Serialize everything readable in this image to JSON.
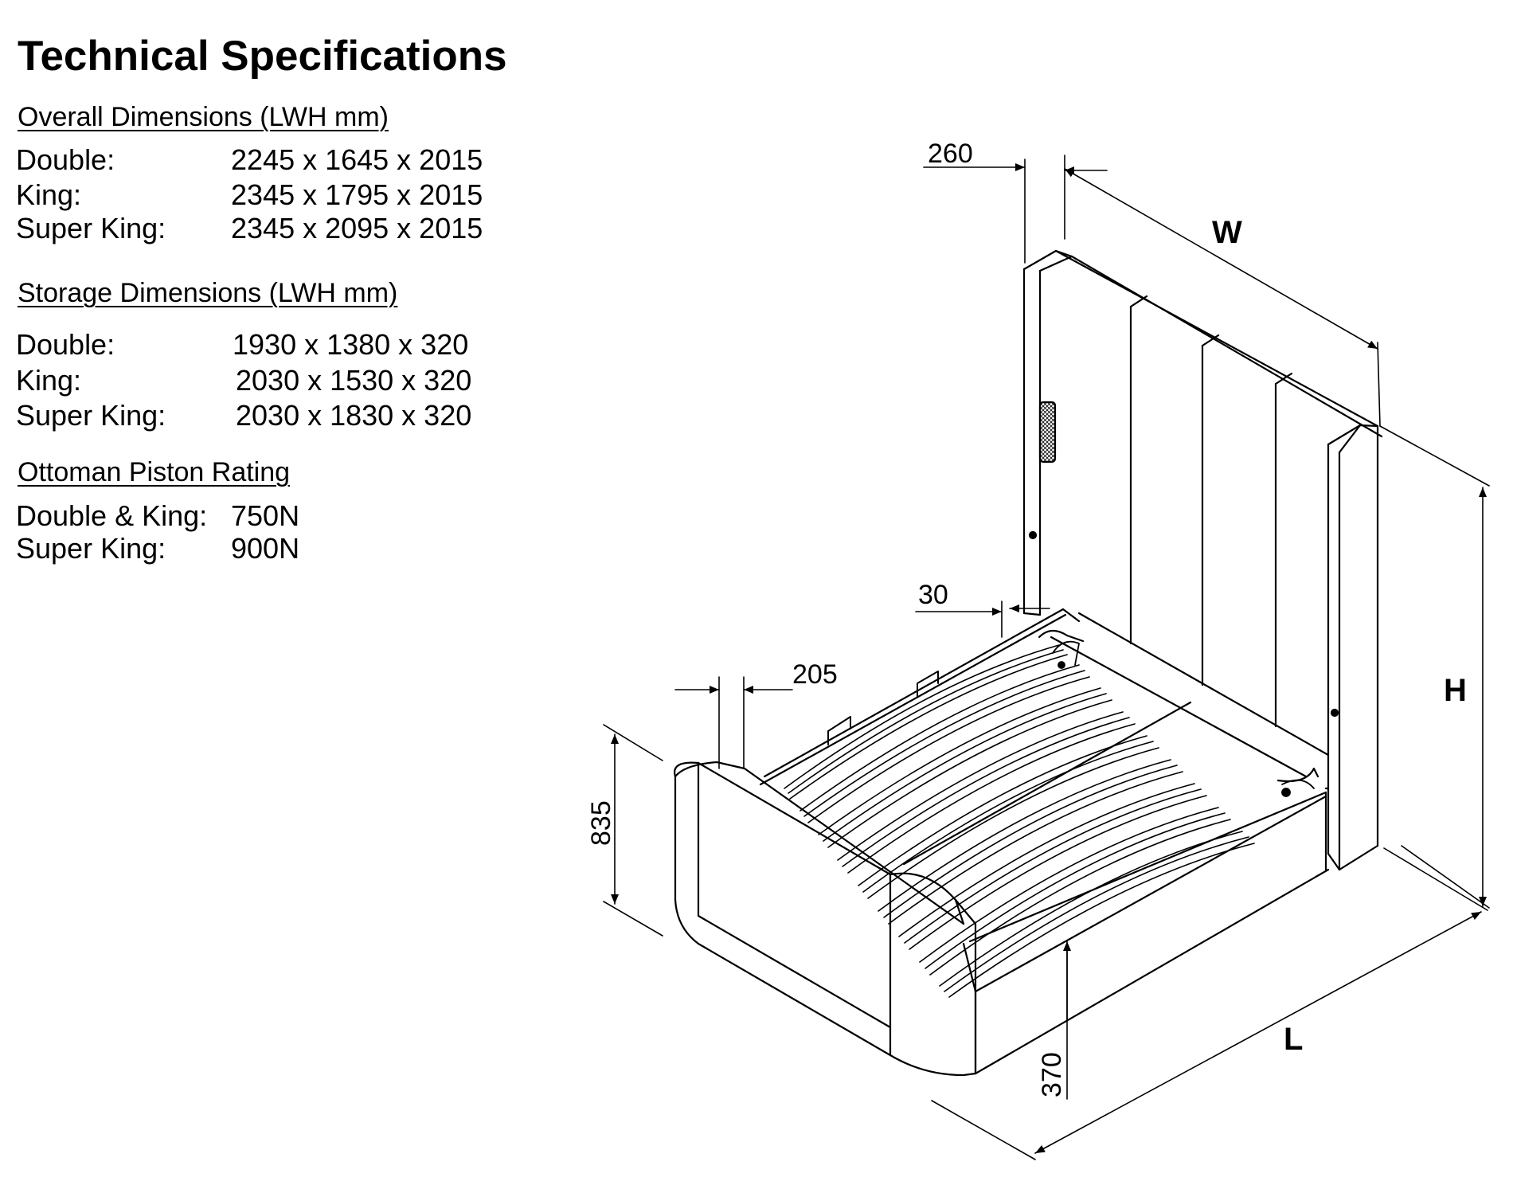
{
  "title": "Technical Specifications",
  "overall": {
    "heading": "Overall Dimensions (LWH mm)",
    "rows": [
      {
        "label": "Double:",
        "value": "2245 x 1645 x 2015"
      },
      {
        "label": "King:",
        "value": "2345 x 1795 x 2015"
      },
      {
        "label": "Super King:",
        "value": "2345 x 2095 x 2015"
      }
    ]
  },
  "storage": {
    "heading": "Storage Dimensions (LWH mm)",
    "rows": [
      {
        "label": "Double:",
        "value": "1930 x 1380 x 320"
      },
      {
        "label": "King:",
        "value": "2030 x 1530 x 320"
      },
      {
        "label": "Super King:",
        "value": "2030 x 1830 x 320"
      }
    ]
  },
  "piston": {
    "heading": "Ottoman Piston Rating",
    "rows": [
      {
        "label": "Double & King:",
        "value": "750N"
      },
      {
        "label": "Super King:",
        "value": "900N"
      }
    ]
  },
  "diagram": {
    "headboard_depth": "260",
    "width_label": "W",
    "height_label": "H",
    "length_label": "L",
    "side_rail_gap": "30",
    "footboard_depth": "205",
    "footboard_height": "835",
    "clearance": "370"
  }
}
